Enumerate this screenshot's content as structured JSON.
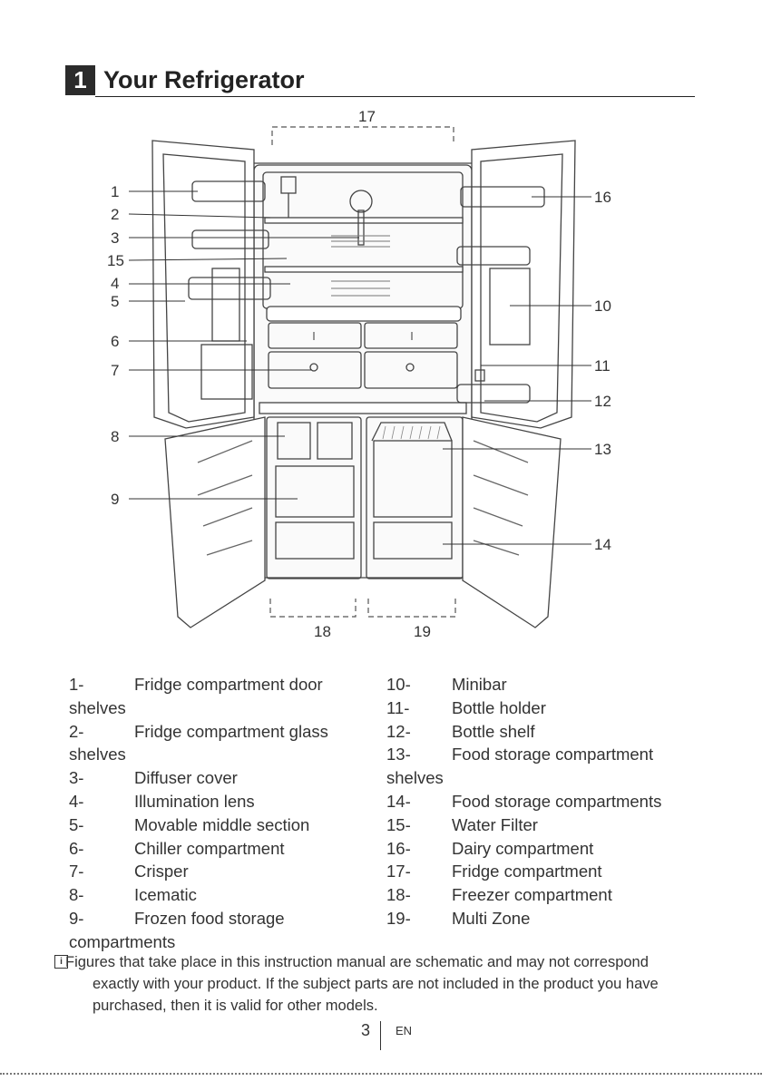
{
  "section": {
    "number": "1",
    "title": "Your Refrigerator"
  },
  "callouts": [
    "1",
    "2",
    "3",
    "15",
    "4",
    "5",
    "6",
    "7",
    "8",
    "9",
    "16",
    "10",
    "11",
    "12",
    "13",
    "14",
    "17",
    "18",
    "19"
  ],
  "legend_left": [
    {
      "num": "1-",
      "text": "Fridge compartment door",
      "cont": "shelves"
    },
    {
      "num": "2-",
      "text": "Fridge compartment glass",
      "cont": "shelves"
    },
    {
      "num": "3-",
      "text": "Diffuser cover"
    },
    {
      "num": "4-",
      "text": "Illumination lens"
    },
    {
      "num": "5-",
      "text": "Movable middle section"
    },
    {
      "num": "6-",
      "text": "Chiller compartment"
    },
    {
      "num": "7-",
      "text": "Crisper"
    },
    {
      "num": "8-",
      "text": "Icematic"
    },
    {
      "num": "9-",
      "text": "Frozen food storage",
      "cont": "compartments"
    }
  ],
  "legend_right": [
    {
      "num": "10-",
      "text": "Minibar"
    },
    {
      "num": "11-",
      "text": "Bottle holder"
    },
    {
      "num": "12-",
      "text": "Bottle shelf"
    },
    {
      "num": "13-",
      "text": "Food storage compartment",
      "cont": "shelves"
    },
    {
      "num": "14-",
      "text": "Food storage compartments"
    },
    {
      "num": "15-",
      "text": "Water Filter"
    },
    {
      "num": "16-",
      "text": "Dairy compartment"
    },
    {
      "num": "17-",
      "text": "Fridge compartment"
    },
    {
      "num": "18-",
      "text": "Freezer compartment"
    },
    {
      "num": "19-",
      "text": "Multi Zone"
    }
  ],
  "note": "Figures that take place in this instruction manual are schematic and may not correspond exactly with your product. If the subject parts are not included in the product you have purchased, then it is valid for other models.",
  "note_icon": "info-icon",
  "footer": {
    "page": "3",
    "lang": "EN"
  }
}
